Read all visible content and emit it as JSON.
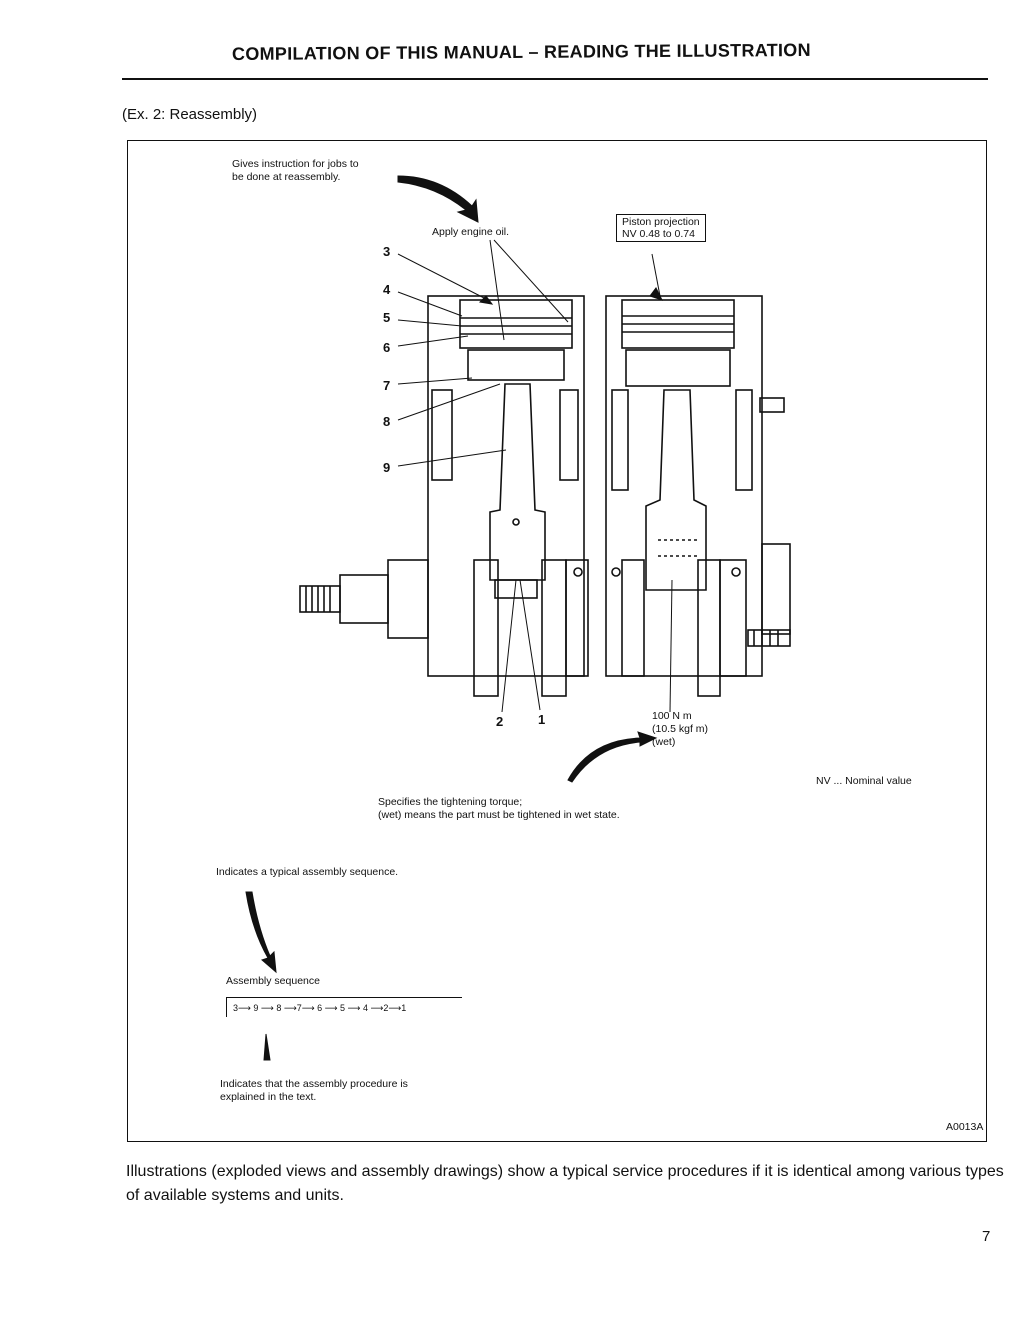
{
  "header": {
    "title": "COMPILATION OF THIS MANUAL – READING THE ILLUSTRATION"
  },
  "example_label": "(Ex. 2: Reassembly)",
  "figure": {
    "annotations": {
      "reassembly_note": [
        "Gives instruction for jobs to",
        "be done at reassembly."
      ],
      "apply_oil": "Apply engine oil.",
      "piston_projection": [
        "Piston projection",
        "NV  0.48 to 0.74"
      ],
      "torque_value": [
        "100 N m",
        "(10.5 kgf m)",
        "(wet)"
      ],
      "torque_explanation": [
        "Specifies the tightening torque;",
        "(wet) means the part must be tightened in wet state."
      ],
      "nominal_value": "NV ... Nominal value",
      "sequence_note": "Indicates a typical assembly sequence.",
      "sequence_title": "Assembly sequence",
      "sequence": "3⟶ 9 ⟶ 8 ⟶7⟶ 6 ⟶ 5 ⟶ 4 ⟶2⟶1",
      "procedure_note": [
        "Indicates that the assembly procedure is",
        "explained in the text."
      ],
      "figure_code": "A0013A"
    },
    "callouts": [
      "3",
      "4",
      "5",
      "6",
      "7",
      "8",
      "9",
      "2",
      "1"
    ]
  },
  "body_text": "Illustrations (exploded views and assembly drawings) show a typical service procedures if it is identical among various types of available systems and units.",
  "page_number": "7"
}
